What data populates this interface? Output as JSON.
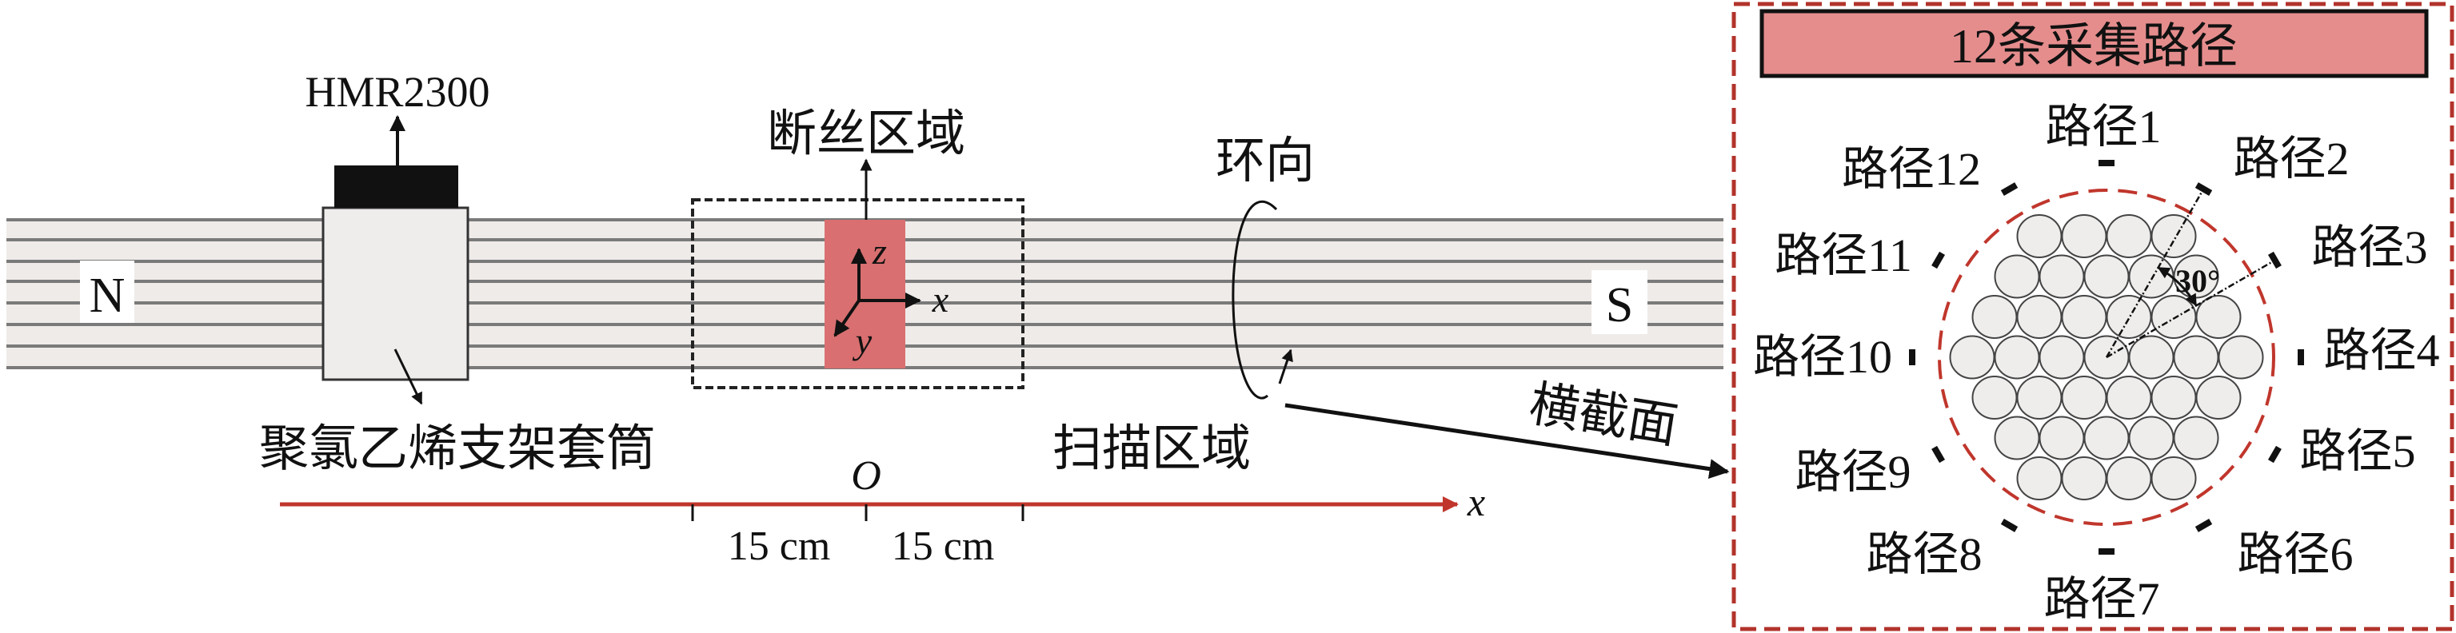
{
  "main": {
    "sensor_label": "HMR2300",
    "north_label": "N",
    "south_label": "S",
    "broken_wire_label": "断丝区域",
    "circumferential_label": "环向",
    "cross_section_label": "横截面",
    "sleeve_label": "聚氯乙烯支架套筒",
    "scan_region_label": "扫描区域",
    "origin_label": "O",
    "axis_label": "x",
    "local_axes": {
      "z": "z",
      "x": "x",
      "y": "y"
    },
    "distance_left": "15 cm",
    "distance_right": "15 cm"
  },
  "panel": {
    "title": "12条采集路径",
    "angle_label": "30°",
    "paths": [
      "路径1",
      "路径2",
      "路径3",
      "路径4",
      "路径5",
      "路径6",
      "路径7",
      "路径8",
      "路径9",
      "路径10",
      "路径11",
      "路径12"
    ],
    "wire_rows": [
      4,
      5,
      6,
      7,
      6,
      5,
      4
    ]
  },
  "colors": {
    "rope_fill": "#efebe9",
    "rope_line": "#7a7a7a",
    "broken_region": "#d96f70",
    "axis_red": "#c0362c",
    "panel_border": "#b2332b",
    "title_fill": "#e58d8d",
    "wire_fill": "#efedec"
  }
}
